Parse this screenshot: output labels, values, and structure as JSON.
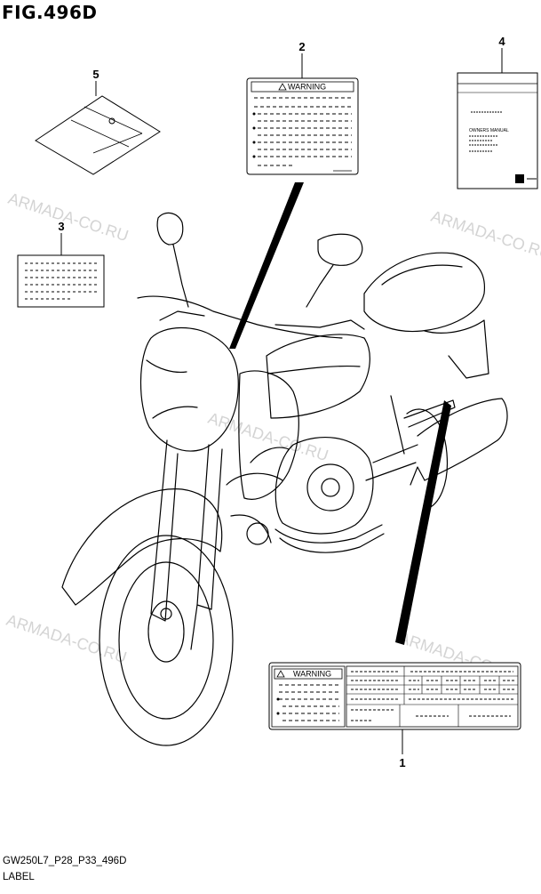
{
  "figure": {
    "title": "FIG.496D",
    "code": "GW250L7_P28_P33_496D",
    "section": "LABEL"
  },
  "callouts": [
    {
      "number": "1",
      "part": "label-1-warning-info"
    },
    {
      "number": "2",
      "part": "label-2-warning"
    },
    {
      "number": "3",
      "part": "label-3"
    },
    {
      "number": "4",
      "part": "owners-manual"
    },
    {
      "number": "5",
      "part": "label-5"
    }
  ],
  "labels": {
    "warning_text": "WARNING",
    "manual_title": "OWNERS MANUAL"
  },
  "watermark": "ARMADA-CO.RU",
  "colors": {
    "line": "#000000",
    "watermark": "#d4d4d4",
    "background": "#ffffff"
  }
}
